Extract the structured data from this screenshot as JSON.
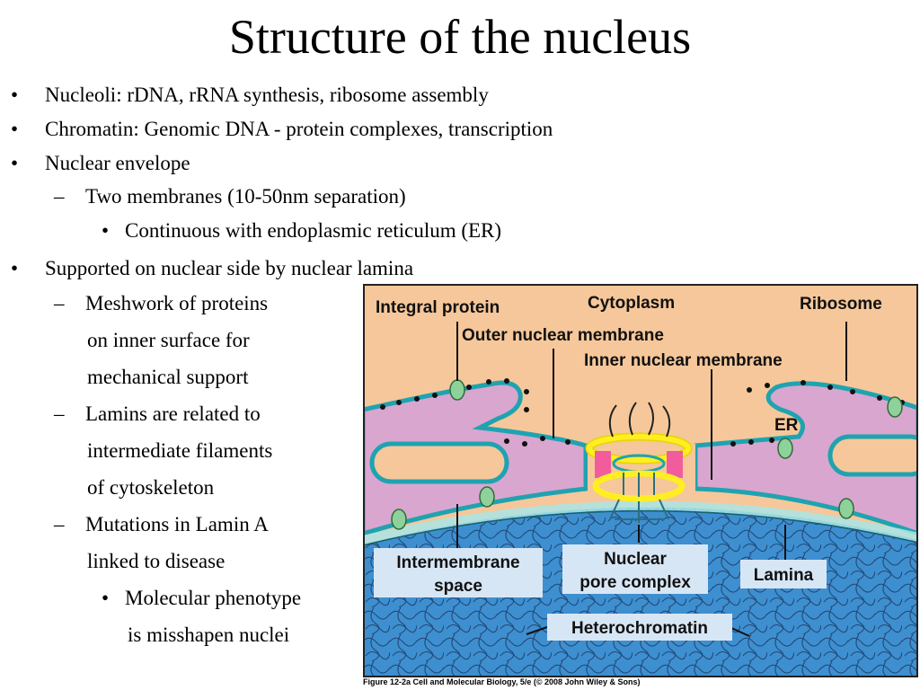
{
  "slide": {
    "title": "Structure of the nucleus",
    "bullets": {
      "b1": "Nucleoli: rDNA, rRNA synthesis, ribosome assembly",
      "b2": "Chromatin: Genomic DNA - protein complexes, transcription",
      "b3": "Nuclear envelope",
      "b3a": "Two membranes (10-50nm separation)",
      "b3a1": "Continuous with endoplasmic reticulum (ER)",
      "b4": "Supported on nuclear side by nuclear lamina",
      "b4a_l1": "Meshwork of proteins",
      "b4a_l2": "on inner surface for",
      "b4a_l3": "mechanical support",
      "b4b_l1": "Lamins are related to",
      "b4b_l2": "intermediate filaments",
      "b4b_l3": "of cytoskeleton",
      "b4c_l1": "Mutations in Lamin A",
      "b4c_l2": "linked to disease",
      "b4c1_l1": "Molecular phenotype",
      "b4c1_l2": "is misshapen nuclei"
    },
    "markers": {
      "bullet": "•",
      "dash": "–"
    }
  },
  "figure": {
    "labels": {
      "integral_protein": "Integral protein",
      "cytoplasm": "Cytoplasm",
      "ribosome": "Ribosome",
      "outer_membrane": "Outer nuclear membrane",
      "inner_membrane": "Inner nuclear membrane",
      "er": "ER",
      "intermembrane_l1": "Intermembrane",
      "intermembrane_l2": "space",
      "npc_l1": "Nuclear",
      "npc_l2": "pore complex",
      "lamina": "Lamina",
      "heterochromatin": "Heterochromatin"
    },
    "caption": "Figure 12-2a  Cell and Molecular Biology, 5/e (© 2008 John Wiley & Sons)",
    "colors": {
      "cytoplasm": "#f6c79a",
      "envelope_lumen": "#d9a6cf",
      "membrane": "#1fa3b0",
      "nucleoplasm": "#3d8fd0",
      "pore_ring": "#ffee22",
      "pore_pink": "#f25c9d",
      "label_box": "#d7e6f5"
    }
  }
}
